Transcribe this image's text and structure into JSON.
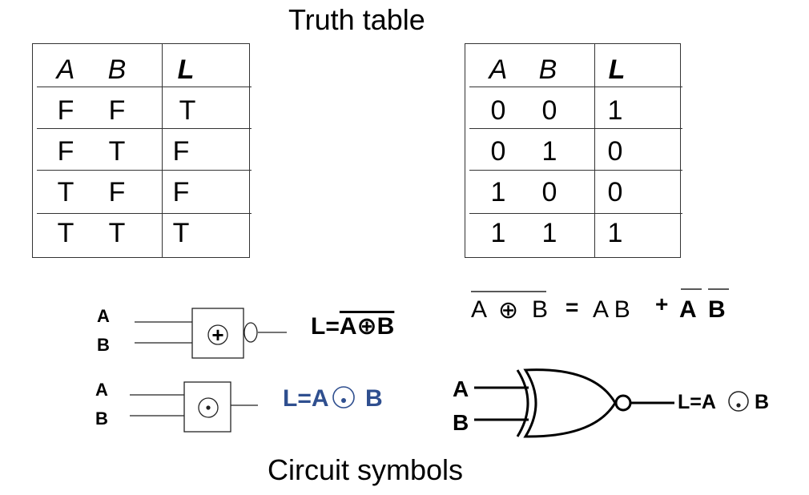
{
  "titles": {
    "top": "Truth table",
    "bottom": "Circuit symbols"
  },
  "table_tf": {
    "headers": [
      "A",
      "B",
      "L"
    ],
    "rows": [
      [
        "F",
        "F",
        "T"
      ],
      [
        "F",
        "T",
        "F"
      ],
      [
        "T",
        "F",
        "F"
      ],
      [
        "T",
        "T",
        "T"
      ]
    ]
  },
  "table_01": {
    "headers": [
      "A",
      "B",
      "L"
    ],
    "rows": [
      [
        "0",
        "0",
        "1"
      ],
      [
        "0",
        "1",
        "0"
      ],
      [
        "1",
        "0",
        "0"
      ],
      [
        "1",
        "1",
        "1"
      ]
    ]
  },
  "gate1": {
    "input_a": "A",
    "input_b": "B",
    "symbol": "+",
    "eq_prefix": "L=",
    "eq_over": "A⊕B"
  },
  "gate2": {
    "input_a": "A",
    "input_b": "B",
    "eq_a": "L=A",
    "eq_b": "B"
  },
  "identity": {
    "lhs_a": "A",
    "lhs_op": "⊕",
    "lhs_b": "B",
    "equals": "=",
    "rhs_ab": "A B",
    "plus": "+",
    "rhs_abar": "A",
    "rhs_bbar": "B"
  },
  "xnor": {
    "input_a": "A",
    "input_b": "B",
    "output_a": "L=A",
    "output_b": "B"
  },
  "colors": {
    "equation_blue": "#2f4f8f"
  }
}
